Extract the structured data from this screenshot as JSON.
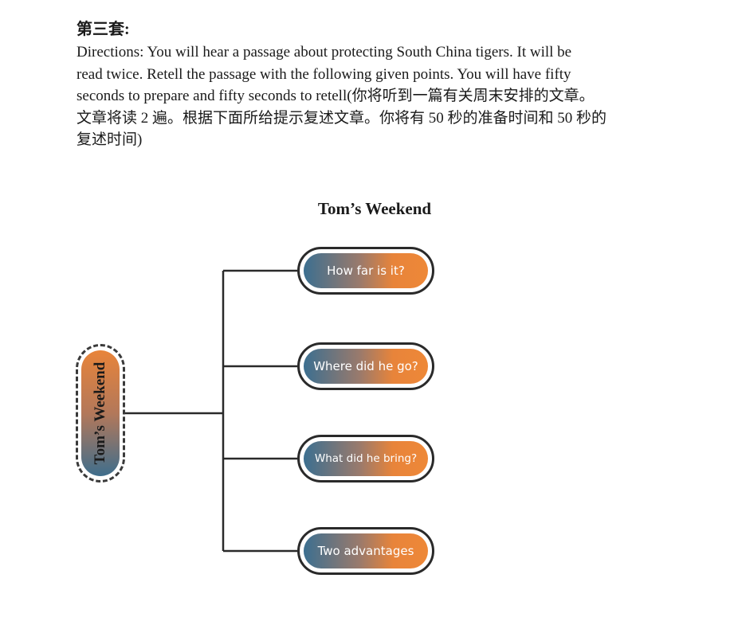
{
  "header": {
    "title": "第三套:",
    "directions": "Directions: You will hear a passage about protecting South China tigers. It will be\nread twice. Retell the passage with the following given points. You will have fifty\nseconds to prepare and fifty seconds to retell(你将听到一篇有关周末安排的文章。\n文章将读 2 遍。根据下面所给提示复述文章。你将有 50 秒的准备时间和 50 秒的\n复述时间)"
  },
  "diagram": {
    "title": "Tom’s Weekend",
    "root_label": "Tom’s Weekend",
    "branches": [
      {
        "label": "How far is it?"
      },
      {
        "label": "Where did he go?"
      },
      {
        "label": "What did he bring?"
      },
      {
        "label": "Two advantages"
      }
    ]
  },
  "colors": {
    "gradient_blue": "#3c6f90",
    "gradient_orange": "#ee8838",
    "connector": "#2a2a2a"
  }
}
